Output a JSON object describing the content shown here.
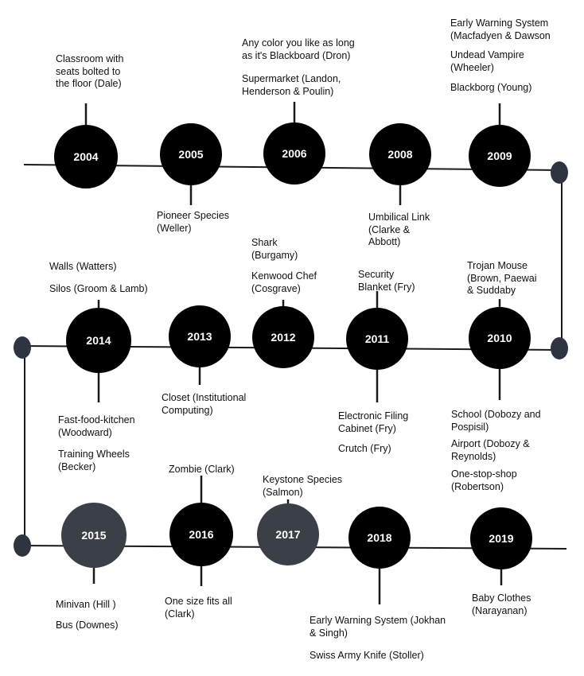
{
  "colors": {
    "line": "#1a1a1a",
    "node_dark": "#000000",
    "node_light": "#3a3f48",
    "connector": "#2e3540",
    "text": "#111111",
    "year_text": "#ffffff"
  },
  "nodes": [
    {
      "year": "2004",
      "shade": "dark",
      "labels": [
        "Classroom with\nseats bolted to\nthe floor (Dale)"
      ]
    },
    {
      "year": "2005",
      "shade": "dark",
      "labels": [
        "Pioneer Species\n(Weller)"
      ]
    },
    {
      "year": "2006",
      "shade": "dark",
      "labels": [
        "Any color you like as long\nas it's Blackboard (Dron)",
        "Supermarket (Landon,\nHenderson & Poulin)"
      ]
    },
    {
      "year": "2008",
      "shade": "dark",
      "labels": [
        "Umbilical Link\n(Clarke &\nAbbott)"
      ]
    },
    {
      "year": "2009",
      "shade": "dark",
      "labels": [
        "Early Warning System\n(Macfadyen & Dawson",
        "Undead Vampire\n(Wheeler)",
        "Blackborg (Young)"
      ]
    },
    {
      "year": "2010",
      "shade": "dark",
      "labels": [
        "Trojan Mouse\n(Brown, Paewai\n& Suddaby",
        "School (Dobozy and\nPospisil)",
        "Airport (Dobozy &\nReynolds)",
        "One-stop-shop\n(Robertson)"
      ]
    },
    {
      "year": "2011",
      "shade": "dark",
      "labels": [
        "Security\nBlanket (Fry)",
        "Electronic Filing\nCabinet (Fry)",
        "Crutch (Fry)"
      ]
    },
    {
      "year": "2012",
      "shade": "dark",
      "labels": [
        "Shark\n(Burgamy)",
        "Kenwood Chef\n(Cosgrave)"
      ]
    },
    {
      "year": "2013",
      "shade": "dark",
      "labels": [
        "Closet (Institutional\nComputing)"
      ]
    },
    {
      "year": "2014",
      "shade": "dark",
      "labels": [
        "Walls (Watters)",
        "Silos (Groom & Lamb)",
        "Fast-food-kitchen\n(Woodward)",
        "Training Wheels\n(Becker)"
      ]
    },
    {
      "year": "2015",
      "shade": "light",
      "labels": [
        "Minivan (Hill )",
        "Bus (Downes)"
      ]
    },
    {
      "year": "2016",
      "shade": "dark",
      "labels": [
        "Zombie (Clark)",
        "One size fits all\n(Clark)"
      ]
    },
    {
      "year": "2017",
      "shade": "light",
      "labels": [
        "Keystone Species\n(Salmon)"
      ]
    },
    {
      "year": "2018",
      "shade": "dark",
      "labels": [
        "Early Warning System (Jokhan\n& Singh)",
        "Swiss Army Knife (Stoller)"
      ]
    },
    {
      "year": "2019",
      "shade": "dark",
      "labels": [
        "Baby Clothes\n(Narayanan)"
      ]
    }
  ]
}
